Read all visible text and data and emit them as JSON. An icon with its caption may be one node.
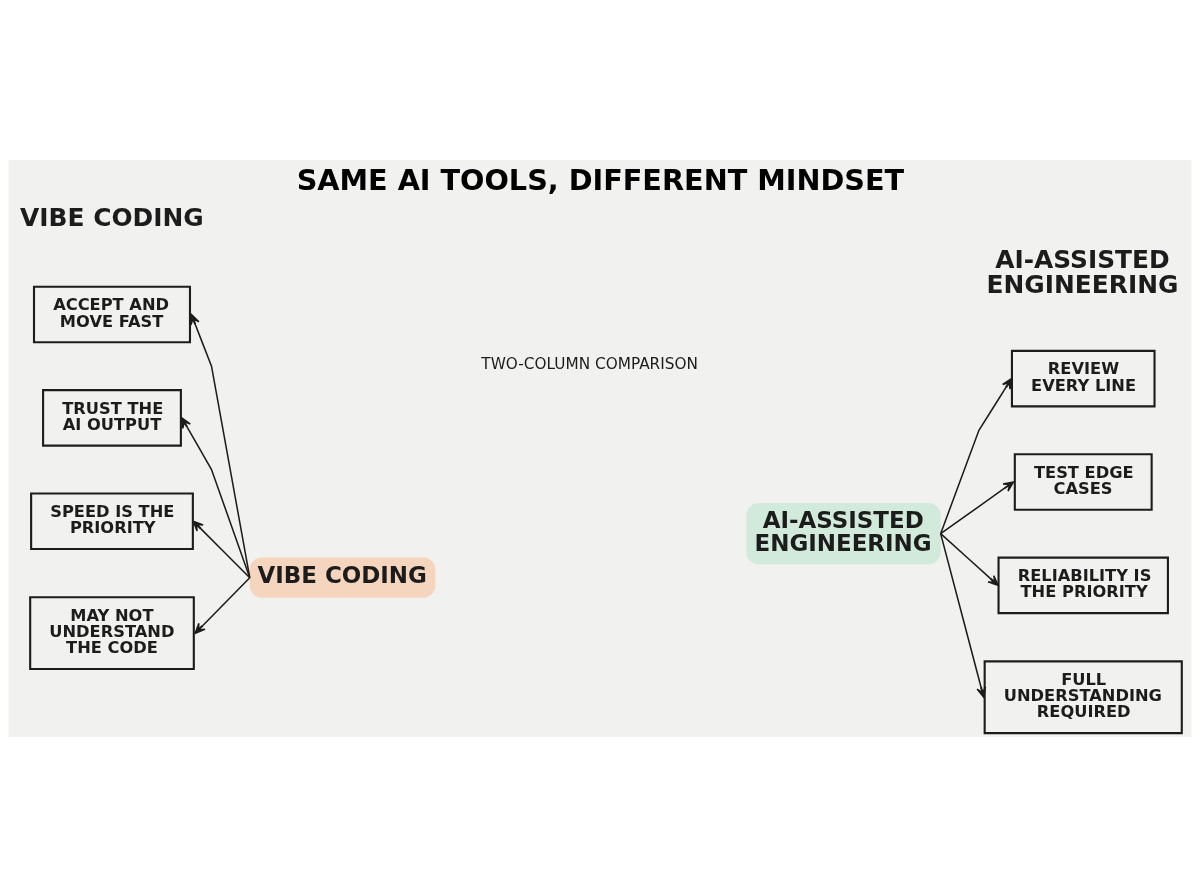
{
  "diagram": {
    "title": "SAME AI TOOLS, DIFFERENT MINDSET",
    "nodes": [
      {
        "text": [
          "VIBE CODING"
        ]
      },
      {
        "text": [
          "ACCEPT AND MOVE FAST"
        ]
      },
      {
        "text": [
          "TRUST THE AI OUTPUT"
        ]
      },
      {
        "text": [
          "SPEED IS THE PRIORITY"
        ]
      },
      {
        "text": [
          "MAY NOT UNDERSTAND THE CODE"
        ]
      },
      {
        "text": [
          "AI-ASSISTED ENGINEERING"
        ]
      },
      {
        "text": [
          "REVIEW EVERY LINE"
        ]
      },
      {
        "text": [
          "TEST EDGE CASES"
        ]
      },
      {
        "text": [
          "RELIABILITY IS THE PRIORITY"
        ]
      },
      {
        "text": [
          "FULL UNDERSTANDING REQUIRED"
        ]
      }
    ],
    "edges": [
      {
        "from": 0,
        "to": 1,
        "arrow": "to"
      },
      {
        "from": 0,
        "to": 2,
        "arrow": "to"
      },
      {
        "from": 0,
        "to": 3,
        "arrow": "to"
      },
      {
        "from": 0,
        "to": 4,
        "arrow": "to"
      },
      {
        "from": 5,
        "to": 6,
        "arrow": "to"
      },
      {
        "from": 5,
        "to": 7,
        "arrow": "to"
      },
      {
        "from": 5,
        "to": 8,
        "arrow": "to"
      },
      {
        "from": 5,
        "to": 9,
        "arrow": "to"
      }
    ],
    "labels": [
      "TWO-COLUMN COMPARISON",
      "VIBE CODING",
      "AI-ASSISTED ENGINEERING"
    ]
  }
}
